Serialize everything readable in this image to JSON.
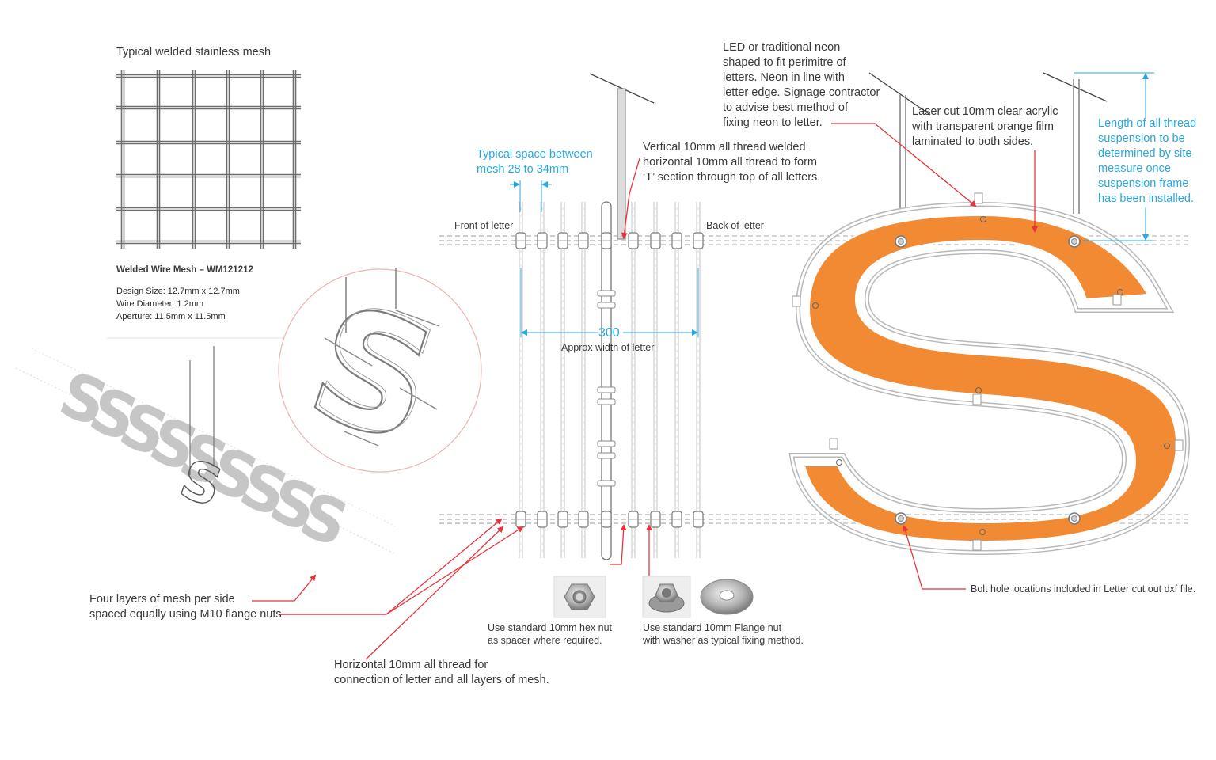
{
  "colors": {
    "accent_blue": "#29a8e0",
    "leader_red": "#e8333a",
    "acrylic_orange": "#f28a33",
    "line_grey": "#8c8c8c"
  },
  "mesh": {
    "title": "Typical welded stainless mesh",
    "product_name": "Welded Wire Mesh – WM121212",
    "specs": [
      "Design Size: 12.7mm x 12.7mm",
      "Wire Diameter: 1.2mm",
      "Aperture: 11.5mm x 11.5mm"
    ]
  },
  "section": {
    "spacing_note": "Typical space between\nmesh 28 to 34mm",
    "front_label": "Front of letter",
    "back_label": "Back of letter",
    "vertical_note": "Vertical 10mm all thread welded\nhorizontal 10mm all thread to form\n‘T’ section through top of all letters.",
    "width_value": "300",
    "width_caption": "Approx width of letter",
    "hex_nut_caption": "Use standard 10mm hex nut\nas spacer where required.",
    "flange_nut_caption": "Use standard 10mm Flange nut\nwith washer as typical fixing method.",
    "horizontal_note": "Horizontal 10mm all thread for\nconnection of letter and all layers of mesh."
  },
  "mesh_layers_note": "Four layers of mesh per side\nspaced equally using M10 flange nuts",
  "letter": {
    "neon_note": "LED or traditional neon\nshaped to fit perimitre of\nletters. Neon in line with\nletter edge. Signage contractor\nto advise best method of\nfixing neon to letter.",
    "acrylic_note": "Laser cut 10mm clear acrylic\nwith transparent orange film\nlaminated to both sides.",
    "suspension_note": "Length of all thread\nsuspension to be\ndetermined by site\nmeasure once\nsuspension frame\nhas been installed.",
    "bolt_note": "Bolt hole locations included in Letter cut out dxf file."
  }
}
